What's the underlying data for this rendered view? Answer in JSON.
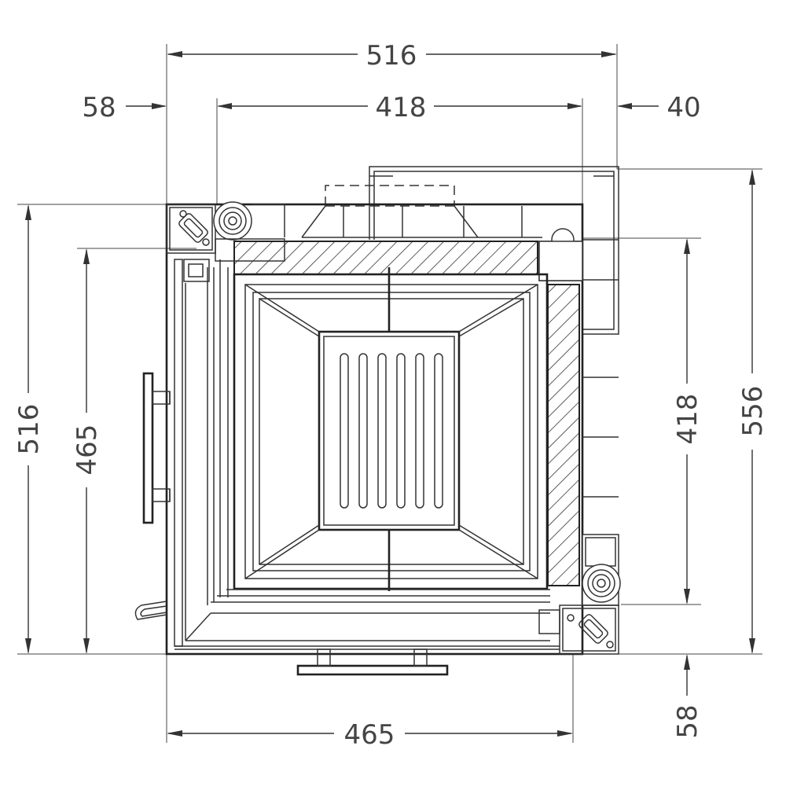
{
  "drawing": {
    "stroke_color": "#333333",
    "text_color": "#444444",
    "background": "#ffffff"
  },
  "dimensions": {
    "top_width": "516",
    "left_offset": "58",
    "inner_width": "418",
    "right_offset": "40",
    "left_height": "516",
    "left_inner_height": "465",
    "right_inner_height": "418",
    "right_height": "556",
    "bottom_width": "465",
    "bottom_right_offset": "58"
  }
}
